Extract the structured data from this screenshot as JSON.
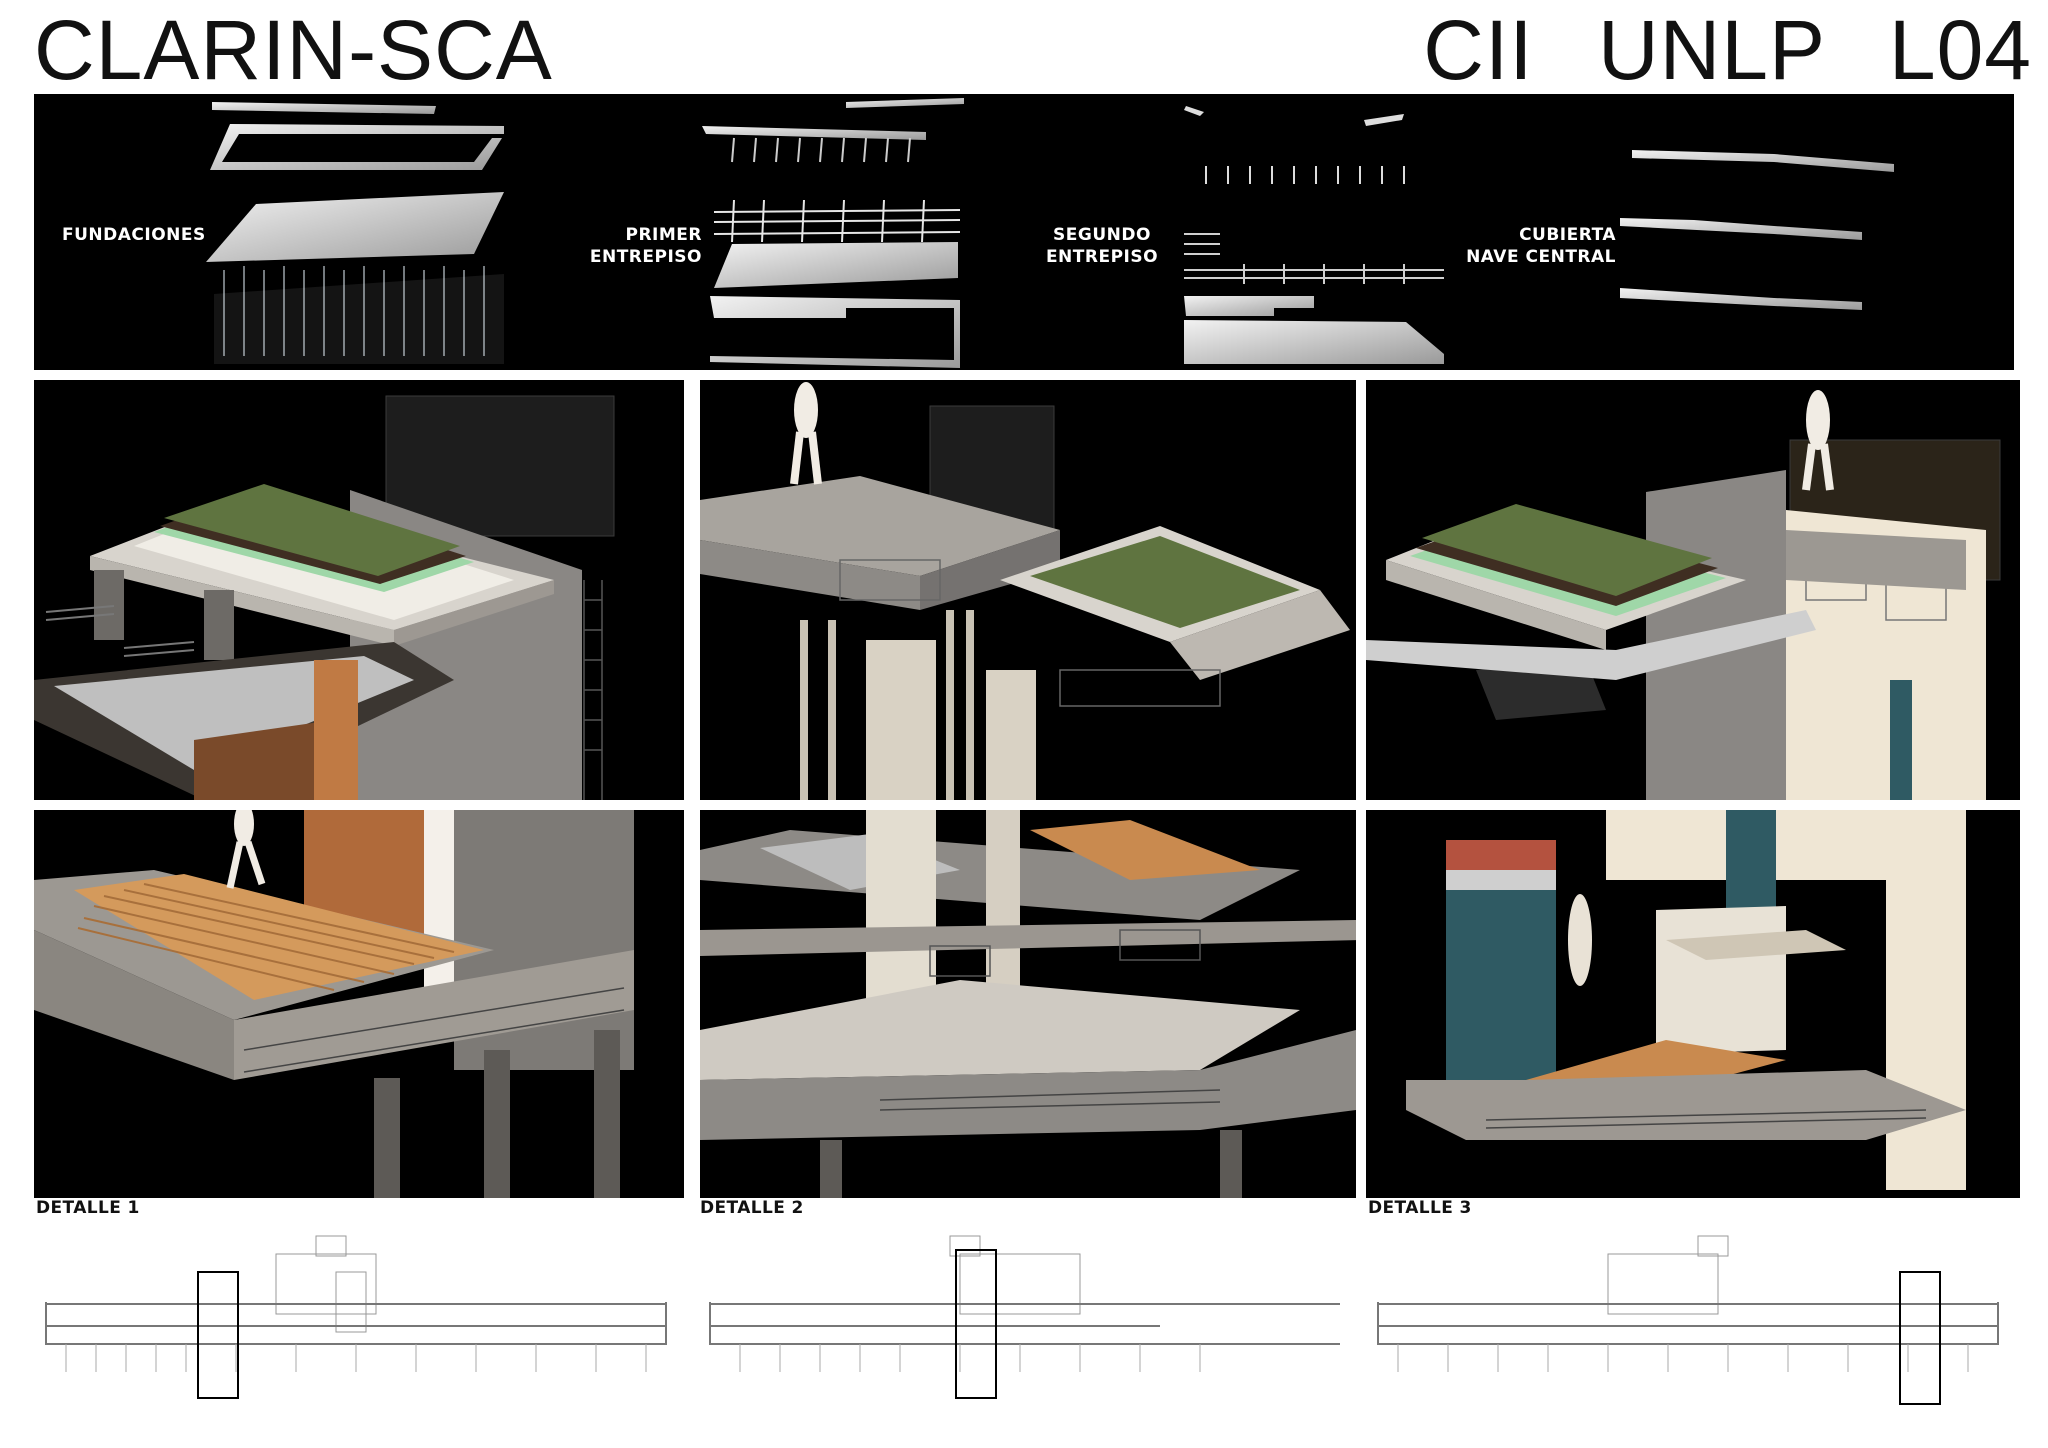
{
  "header": {
    "left_title": "CLARIN-SCA",
    "right_title": "CII UNLP   L04"
  },
  "strip": {
    "labels": [
      {
        "id": "fundaciones",
        "text": "FUNDACIONES"
      },
      {
        "id": "primer",
        "line1": "PRIMER",
        "line2": "ENTREPISO"
      },
      {
        "id": "segundo",
        "line1": "SEGUNDO",
        "line2": "ENTREPISO"
      },
      {
        "id": "cubierta",
        "line1": "CUBIERTA",
        "line2": "NAVE CENTRAL"
      }
    ]
  },
  "details": [
    {
      "label": "DETALLE 1"
    },
    {
      "label": "DETALLE 2"
    },
    {
      "label": "DETALLE 3"
    }
  ],
  "colors": {
    "background": "#000000",
    "concrete": "#8d8a86",
    "grass": "#5d6e3a",
    "wood": "#c8874a",
    "teal_wall": "#2f5a63",
    "paper": "#ffffff"
  },
  "icons": [
    "human-figure-icon"
  ]
}
